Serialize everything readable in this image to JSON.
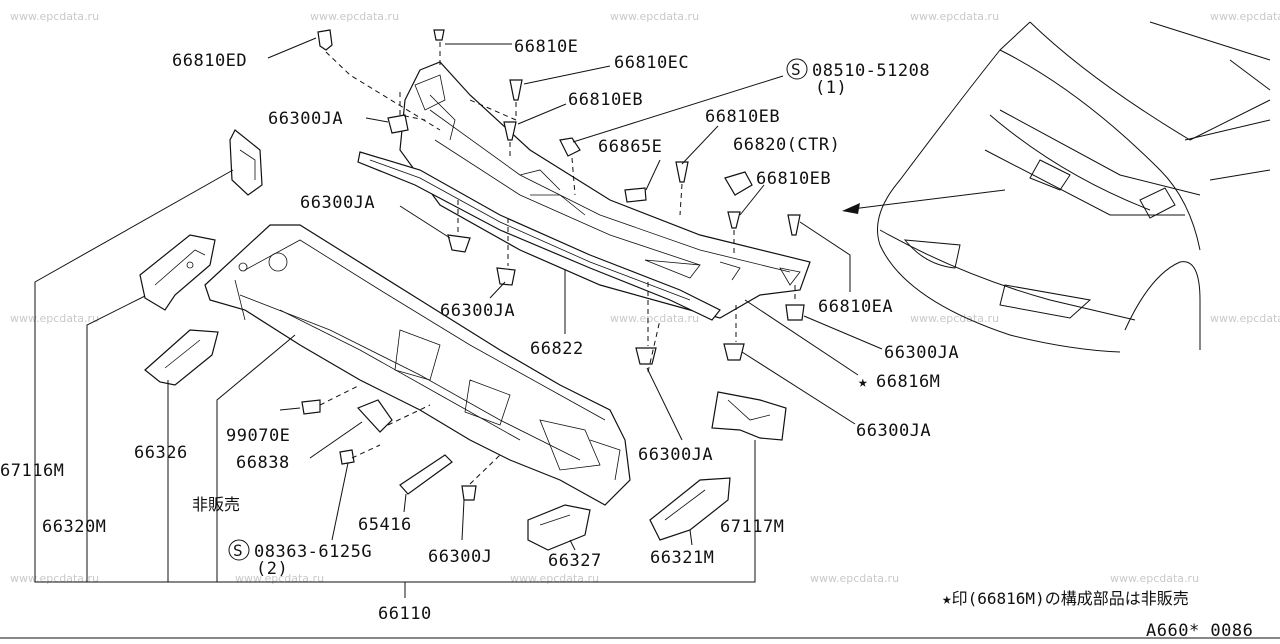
{
  "watermark": "www.epcdata.ru",
  "labels": {
    "p66810ED": "66810ED",
    "p66810E": "66810E",
    "p66810EC": "66810EC",
    "s08510": "08510-51208",
    "s08510_qty": "(1)",
    "p66810EB_a": "66810EB",
    "p66810EB_b": "66810EB",
    "p66300JA_a": "66300JA",
    "p66865E": "66865E",
    "p66820": "66820(CTR)",
    "p66810EB_c": "66810EB",
    "p66300JA_b": "66300JA",
    "p66810EA": "66810EA",
    "p66300JA_c": "66300JA",
    "p66822": "66822",
    "p66300JA_d": "66300JA",
    "p66816M": "66816M",
    "p66300JA_e": "66300JA",
    "p99070E": "99070E",
    "p66326": "66326",
    "p66838": "66838",
    "p66300JA_f": "66300JA",
    "p67116M": "67116M",
    "hanbai": "非販売",
    "p66320M": "66320M",
    "p65416": "65416",
    "p67117M": "67117M",
    "s08363": "08363-6125G",
    "s08363_qty": "(2)",
    "p66300J": "66300J",
    "p66327": "66327",
    "p66321M": "66321M",
    "p66110": "66110",
    "s_symbol": "S",
    "star": "★"
  },
  "footnote": "★印(66816M)の構成部品は非販売",
  "diagram_code": "A660* 0086"
}
